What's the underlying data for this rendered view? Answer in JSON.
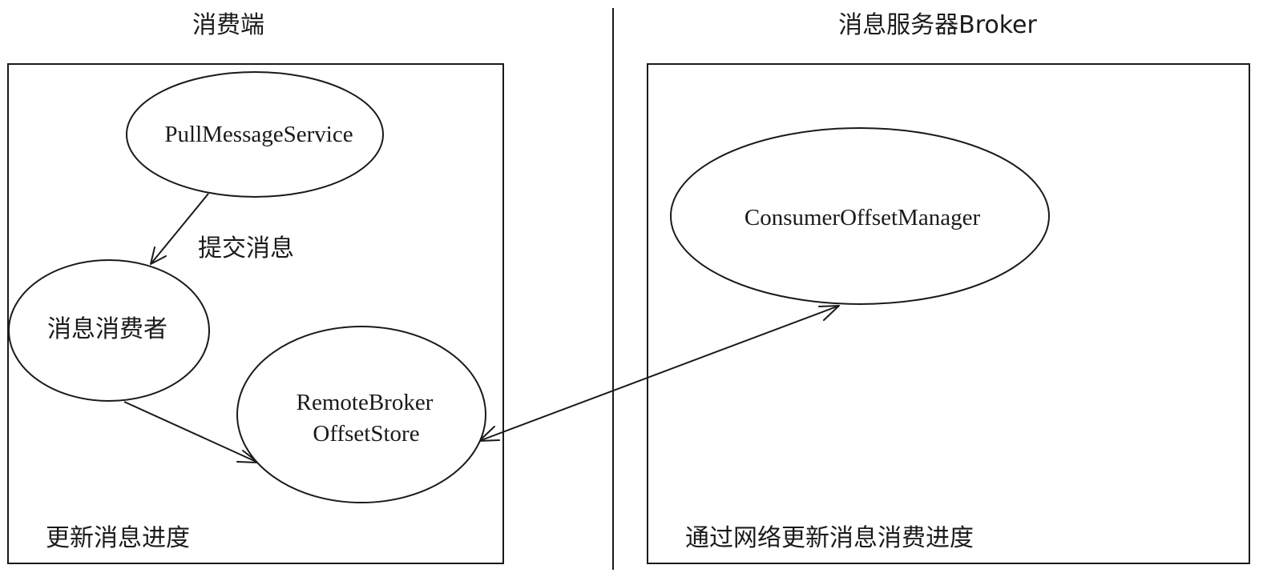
{
  "regions": {
    "consumer": {
      "title": "消费端",
      "caption": "更新消息进度"
    },
    "broker": {
      "title": "消息服务器Broker",
      "caption": "通过网络更新消息消费进度"
    }
  },
  "nodes": {
    "pull_message_service": "PullMessageService",
    "message_consumer": "消息消费者",
    "remote_broker_offset_store": {
      "line1": "RemoteBroker",
      "line2": "OffsetStore"
    },
    "consumer_offset_manager": "ConsumerOffsetManager"
  },
  "edges": {
    "submit_message": "提交消息"
  },
  "colors": {
    "stroke": "#1a1a1a",
    "background": "#ffffff"
  }
}
